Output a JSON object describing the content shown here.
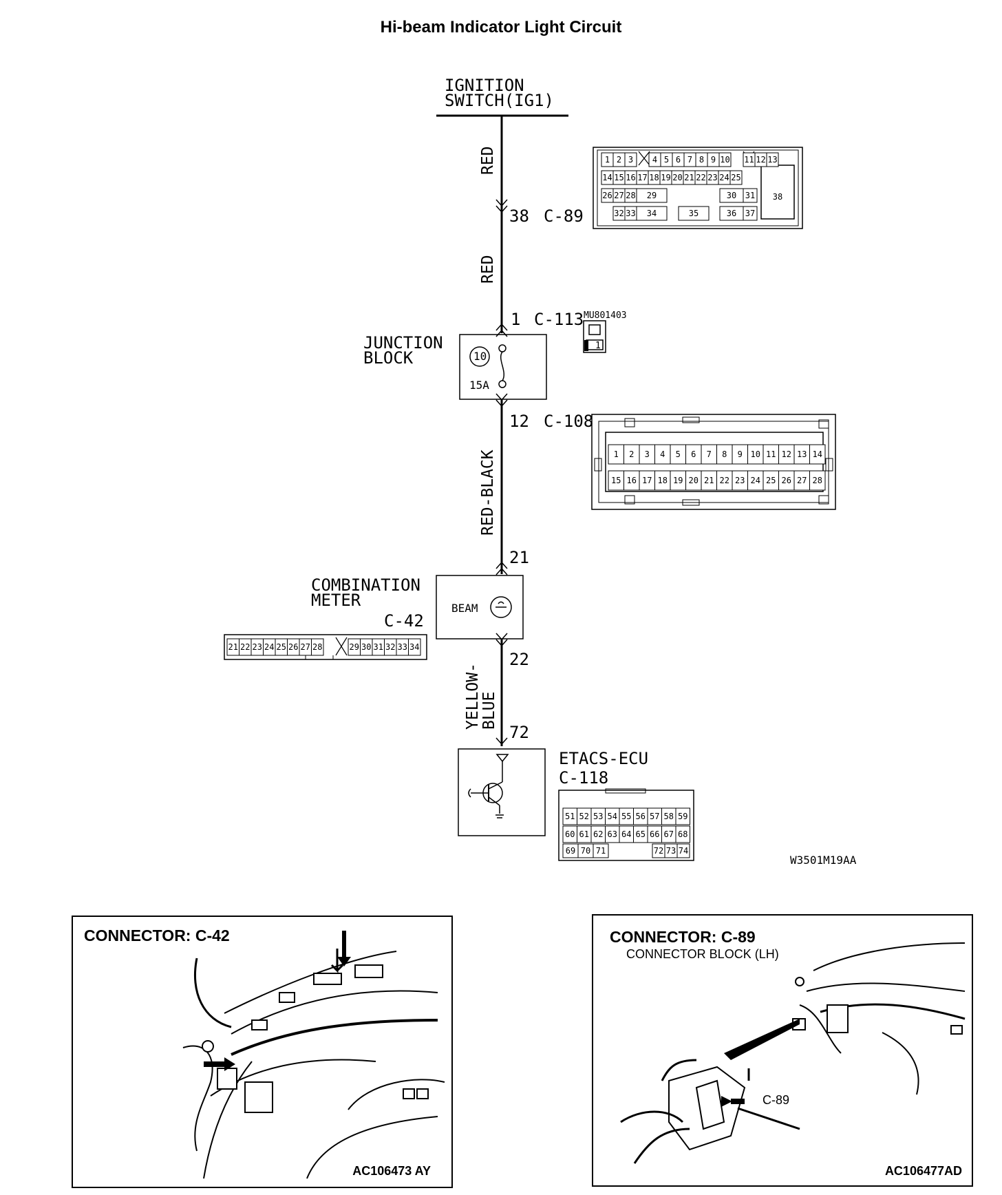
{
  "title": "Hi-beam Indicator Light Circuit",
  "ignition": {
    "line1": "IGNITION",
    "line2": "SWITCH(IG1)"
  },
  "wires": {
    "w1": "RED",
    "w2": "RED",
    "w3": "RED-BLACK",
    "w4_line1": "YELLOW-",
    "w4_line2": "BLUE"
  },
  "c89": {
    "pin": "38",
    "name": "C-89",
    "row1": [
      "1",
      "2",
      "3",
      "4",
      "5",
      "6",
      "7",
      "8",
      "9",
      "10",
      "11",
      "12",
      "13"
    ],
    "row2": [
      "14",
      "15",
      "16",
      "17",
      "18",
      "19",
      "20",
      "21",
      "22",
      "23",
      "24",
      "25"
    ],
    "row3": [
      "26",
      "27",
      "28",
      "29",
      "30",
      "31"
    ],
    "row4": [
      "32",
      "33",
      "34",
      "35",
      "36",
      "37"
    ],
    "big": "38"
  },
  "c113": {
    "pin": "1",
    "name": "C-113",
    "part": "MU801403",
    "cell": "1"
  },
  "junction": {
    "line1": "JUNCTION",
    "line2": "BLOCK",
    "fuse_no": "10",
    "rating": "15A"
  },
  "c108": {
    "pin": "12",
    "name": "C-108",
    "row1": [
      "1",
      "2",
      "3",
      "4",
      "5",
      "6",
      "7",
      "8",
      "9",
      "10",
      "11",
      "12",
      "13",
      "14"
    ],
    "row2": [
      "15",
      "16",
      "17",
      "18",
      "19",
      "20",
      "21",
      "22",
      "23",
      "24",
      "25",
      "26",
      "27",
      "28"
    ]
  },
  "meter": {
    "pin_in": "21",
    "line1": "COMBINATION",
    "line2": "METER",
    "name": "C-42",
    "lamp": "BEAM",
    "pin_out": "22",
    "cells": [
      "21",
      "22",
      "23",
      "24",
      "25",
      "26",
      "27",
      "28",
      "29",
      "30",
      "31",
      "32",
      "33",
      "34"
    ]
  },
  "etacs": {
    "pin": "72",
    "line1": "ETACS-ECU",
    "name": "C-118",
    "row1": [
      "51",
      "52",
      "53",
      "54",
      "55",
      "56",
      "57",
      "58",
      "59"
    ],
    "row2": [
      "60",
      "61",
      "62",
      "63",
      "64",
      "65",
      "66",
      "67",
      "68"
    ],
    "row3a": [
      "69",
      "70",
      "71"
    ],
    "row3b": [
      "72",
      "73",
      "74"
    ]
  },
  "figure_code": "W3501M19AA",
  "panel_left": {
    "title": "CONNECTOR: C-42",
    "code": "AC106473 AY"
  },
  "panel_right": {
    "title": "CONNECTOR: C-89",
    "subtitle": "CONNECTOR BLOCK (LH)",
    "callout": "C-89",
    "code": "AC106477AD"
  }
}
